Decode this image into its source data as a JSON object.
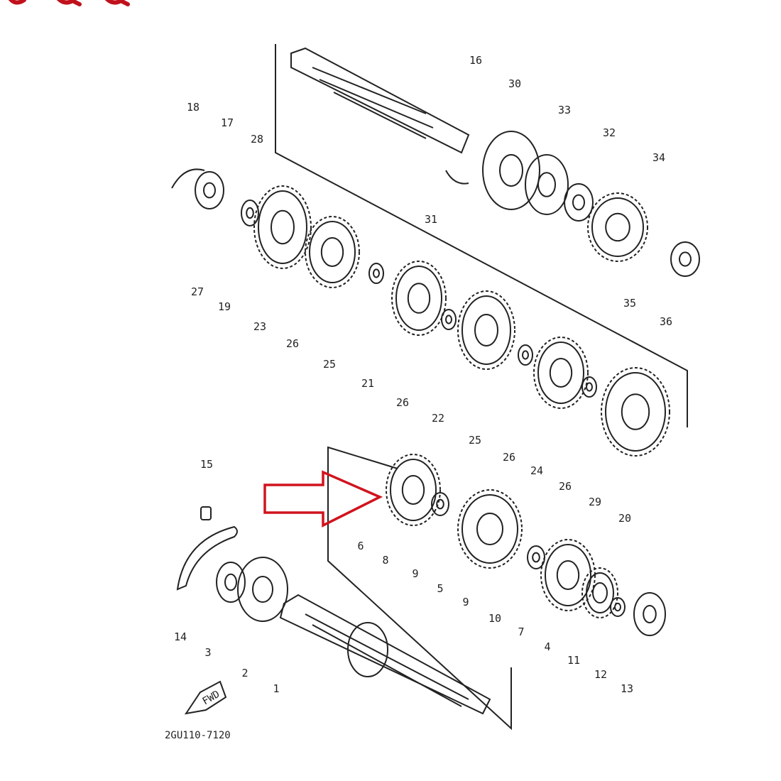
{
  "diagram": {
    "title": "Transmission exploded parts diagram",
    "drawing_code": "2GU110-7120",
    "fwd_label": "FWD",
    "highlight_color": "#d0141e",
    "part_labels": [
      "16",
      "30",
      "33",
      "32",
      "34",
      "18",
      "17",
      "28",
      "31",
      "27",
      "19",
      "23",
      "26",
      "25",
      "21",
      "26",
      "22",
      "25",
      "26",
      "24",
      "26",
      "29",
      "20",
      "35",
      "36",
      "15",
      "14",
      "3",
      "2",
      "1",
      "6",
      "8",
      "9",
      "5",
      "9",
      "10",
      "7",
      "4",
      "11",
      "12",
      "13"
    ]
  }
}
